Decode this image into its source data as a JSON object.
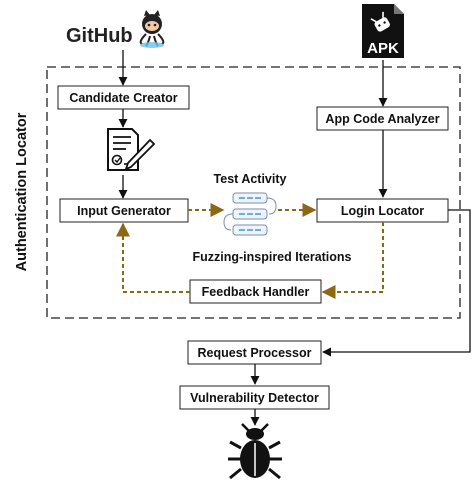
{
  "title_left": "Authentication Locator",
  "sources": {
    "github": "GitHub",
    "apk": "APK"
  },
  "nodes": {
    "candidate_creator": "Candidate Creator",
    "input_generator": "Input Generator",
    "app_code_analyzer": "App Code Analyzer",
    "login_locator": "Login Locator",
    "feedback_handler": "Feedback Handler",
    "request_processor": "Request Processor",
    "vulnerability_detector": "Vulnerability Detector"
  },
  "captions": {
    "test_activity": "Test Activity",
    "fuzzing": "Fuzzing-inspired Iterations"
  },
  "icons": [
    "github-octocat-icon",
    "apk-file-icon",
    "document-pen-icon",
    "test-activity-icon",
    "bug-icon"
  ],
  "colors": {
    "loop_arrow": "#8B6914",
    "solid_arrow": "#111111",
    "test_activity_accent": "#4a90d9"
  }
}
